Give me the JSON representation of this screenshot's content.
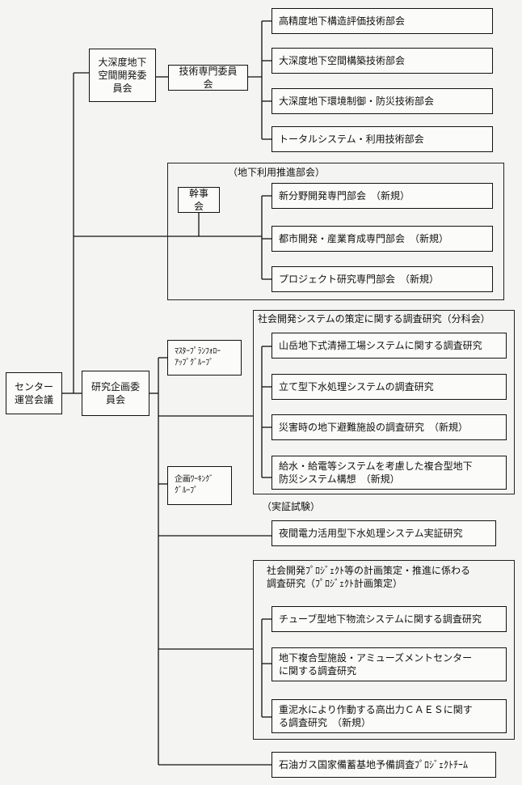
{
  "center": "センター\n運営会議",
  "deep": {
    "committee": "大深度地下\n空間開発委\n員会",
    "tech": "技術専門委員会",
    "subs": [
      "高精度地下構造評価技術部会",
      "大深度地下空間構築技術部会",
      "大深度地下環境制御・防災技術部会",
      "トータルシステム・利用技術部会"
    ]
  },
  "underground": {
    "title": "（地下利用推進部会）",
    "kanji": "幹事会",
    "subs": [
      "新分野開発専門部会　（新規）",
      "都市開発・産業育成専門部会　（新規）",
      "プロジェクト研究専門部会　（新規）"
    ]
  },
  "research": {
    "committee": "研究企画委\n員会",
    "master": "ﾏｽﾀｰﾌﾟﾗﾝﾌｫﾛｰ\nｱｯﾌﾟｸﾞﾙｰﾌﾟ",
    "planning": "企画ﾜｰｷﾝｸﾞ\nｸﾞﾙｰﾌﾟ",
    "social_title": "社会開発システムの策定に関する調査研究（分科会）",
    "social_subs": [
      "山岳地下式清掃工場システムに関する調査研究",
      "立て型下水処理システムの調査研究",
      "災害時の地下避難施設の調査研究　（新規）",
      "給水・給電等システムを考慮した複合型地下\n防災システム構想　（新規）"
    ],
    "demo_title": "（実証試験）",
    "demo_sub": "夜間電力活用型下水処理システム実証研究",
    "project_title": "社会開発ﾌﾟﾛｼﾞｪｸﾄ等の計画策定・推進に係わる\n調査研究（ﾌﾟﾛｼﾞｪｸﾄ計画策定）",
    "project_subs": [
      "チューブ型地下物流システムに関する調査研究",
      "地下複合型施設・アミューズメントセンター\nに関する調査研究",
      "重泥水により作動する高出力ＣＡＥＳに関す\nる調査研究　（新規）"
    ],
    "oil": "石油ガス国家備蓄基地予備調査ﾌﾟﾛｼﾞｪｸﾄﾁｰﾑ"
  }
}
